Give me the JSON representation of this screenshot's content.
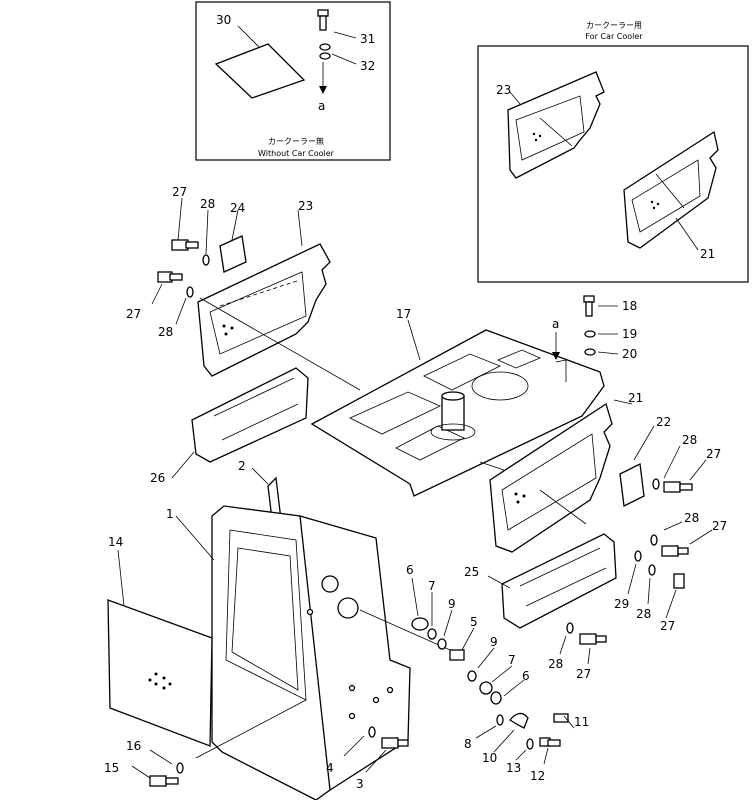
{
  "inset_without": {
    "caption_jp": "カークーラー無",
    "caption_en": "Without Car Cooler",
    "labels": [
      "30",
      "31",
      "32",
      "a"
    ]
  },
  "inset_with": {
    "caption_jp": "カークーラー用",
    "caption_en": "For Car Cooler",
    "labels": [
      "23",
      "21"
    ]
  },
  "main": {
    "labels": [
      "27",
      "28",
      "24",
      "23",
      "27",
      "28",
      "26",
      "17",
      "18",
      "19",
      "20",
      "a",
      "21",
      "22",
      "28",
      "27",
      "2",
      "1",
      "14",
      "28",
      "27",
      "25",
      "29",
      "28",
      "27",
      "6",
      "7",
      "9",
      "5",
      "9",
      "7",
      "6",
      "28",
      "27",
      "11",
      "4",
      "3",
      "8",
      "10",
      "13",
      "12",
      "16",
      "15"
    ]
  }
}
